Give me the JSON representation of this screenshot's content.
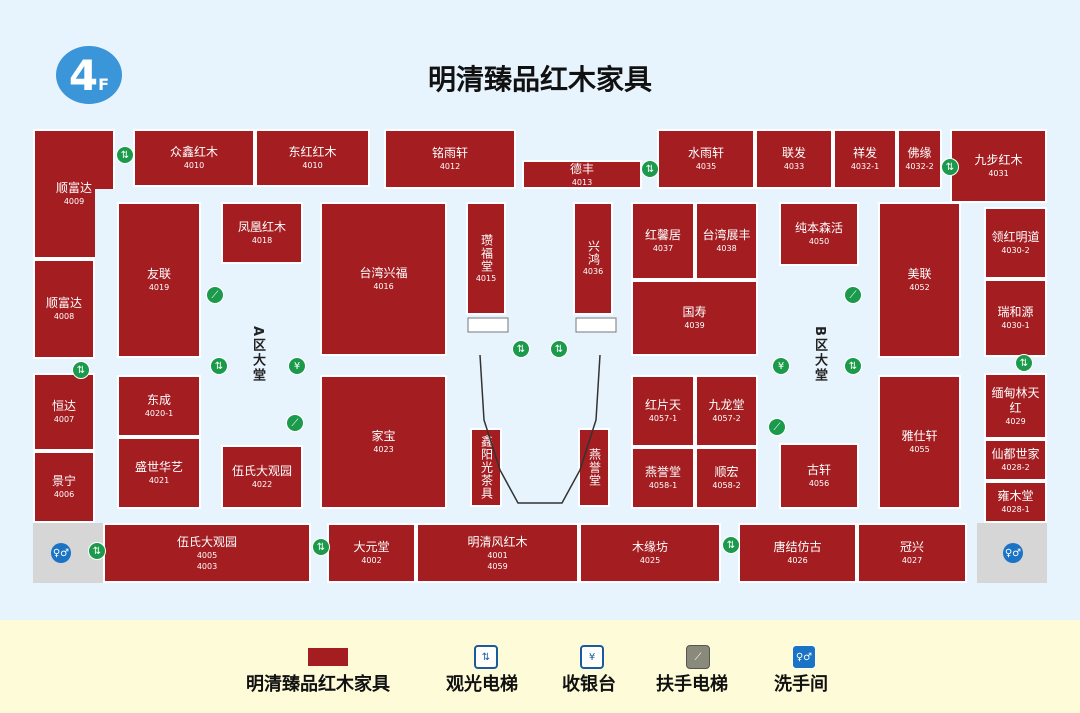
{
  "header": {
    "floor_number": "4",
    "floor_suffix": "F",
    "title": "明清臻品红木家具"
  },
  "lobbies": {
    "a": "A区大堂",
    "b": "B区大堂"
  },
  "stores": [
    {
      "id": "s4010",
      "name": "众鑫红木",
      "code": "4010"
    },
    {
      "id": "s4010b",
      "name": "东红红木",
      "code": "4010"
    },
    {
      "id": "s4012",
      "name": "铭雨轩",
      "code": "4012"
    },
    {
      "id": "s4013",
      "name": "德丰",
      "code": "4013"
    },
    {
      "id": "s4035",
      "name": "水雨轩",
      "code": "4035"
    },
    {
      "id": "s4033",
      "name": "联发",
      "code": "4033"
    },
    {
      "id": "s4032-1",
      "name": "祥发",
      "code": "4032-1"
    },
    {
      "id": "s4032-2",
      "name": "佛缘",
      "code": "4032-2"
    },
    {
      "id": "s4031",
      "name": "九步红木",
      "code": "4031"
    },
    {
      "id": "s4009",
      "name": "顺富达",
      "code": "4009"
    },
    {
      "id": "s4008",
      "name": "顺富达",
      "code": "4008"
    },
    {
      "id": "s4007",
      "name": "恒达",
      "code": "4007"
    },
    {
      "id": "s4006",
      "name": "景宁",
      "code": "4006"
    },
    {
      "id": "s4019",
      "name": "友联",
      "code": "4019"
    },
    {
      "id": "s4018",
      "name": "凤凰红木",
      "code": "4018"
    },
    {
      "id": "s4016",
      "name": "台湾兴福",
      "code": "4016"
    },
    {
      "id": "s4015",
      "name": "瓒福堂",
      "code": "4015"
    },
    {
      "id": "s4036",
      "name": "兴鸿",
      "code": "4036"
    },
    {
      "id": "s4037",
      "name": "红馨居",
      "code": "4037"
    },
    {
      "id": "s4038",
      "name": "台湾展丰",
      "code": "4038"
    },
    {
      "id": "s4039",
      "name": "国寿",
      "code": "4039"
    },
    {
      "id": "s4050",
      "name": "纯本森活",
      "code": "4050"
    },
    {
      "id": "s4052",
      "name": "美联",
      "code": "4052"
    },
    {
      "id": "s4030-2",
      "name": "领红明道",
      "code": "4030-2"
    },
    {
      "id": "s4030-1",
      "name": "瑞和源",
      "code": "4030-1"
    },
    {
      "id": "s4029",
      "name": "缅甸林天红",
      "code": "4029"
    },
    {
      "id": "s4028-2",
      "name": "仙都世家",
      "code": "4028-2"
    },
    {
      "id": "s4028-1",
      "name": "雍木堂",
      "code": "4028-1"
    },
    {
      "id": "s4020-1",
      "name": "东成",
      "code": "4020-1"
    },
    {
      "id": "s4021",
      "name": "盛世华艺",
      "code": "4021"
    },
    {
      "id": "s4022",
      "name": "伍氏大观园",
      "code": "4022"
    },
    {
      "id": "s4023",
      "name": "家宝",
      "code": "4023"
    },
    {
      "id": "s4057-1",
      "name": "红片天",
      "code": "4057-1"
    },
    {
      "id": "s4057-2",
      "name": "九龙堂",
      "code": "4057-2"
    },
    {
      "id": "s4058-1",
      "name": "燕誉堂",
      "code": "4058-1"
    },
    {
      "id": "s4058-2",
      "name": "顺宏",
      "code": "4058-2"
    },
    {
      "id": "s4056",
      "name": "古轩",
      "code": "4056"
    },
    {
      "id": "s4055",
      "name": "雅仕轩",
      "code": "4055"
    },
    {
      "id": "s-xyc",
      "name": "鑫阳光茶具",
      "code": ""
    },
    {
      "id": "s-yyt",
      "name": "燕誉堂",
      "code": ""
    },
    {
      "id": "s4005",
      "name": "伍氏大观园",
      "code": "4005",
      "code2": "4003"
    },
    {
      "id": "s4002",
      "name": "大元堂",
      "code": "4002"
    },
    {
      "id": "s4001",
      "name": "明清风红木",
      "code": "4001",
      "code2": "4059"
    },
    {
      "id": "s4025",
      "name": "木缘坊",
      "code": "4025"
    },
    {
      "id": "s4026",
      "name": "唐结仿古",
      "code": "4026"
    },
    {
      "id": "s4027",
      "name": "冠兴",
      "code": "4027"
    }
  ],
  "icons": {
    "elevator": "elevator-icon",
    "cashier": "cashier-icon",
    "escalator": "escalator-icon",
    "restroom": "restroom-icon",
    "cashier_glyph": "¥"
  },
  "legend": {
    "store": "明清臻品红木家具",
    "elevator": "观光电梯",
    "cashier": "收银台",
    "escalator": "扶手电梯",
    "restroom": "洗手间"
  },
  "colors": {
    "store": "#a31d21",
    "elevator": "#1b9a4b",
    "restroom": "#1a73c4",
    "floor_badge": "#3a95d9",
    "legend_bg": "#fefbd8",
    "map_bg": "#e8f4fd"
  }
}
